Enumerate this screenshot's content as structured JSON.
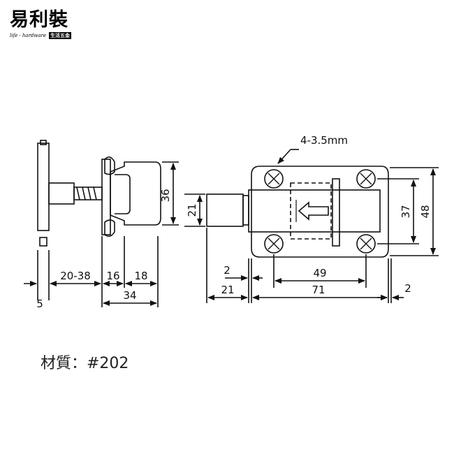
{
  "brand": {
    "name": "易利裝",
    "tagline": "life · hardware",
    "tag_box": "生活五金"
  },
  "drawing": {
    "callout": "4-3.5mm",
    "dims": {
      "d5": "5",
      "d20_38": "20-38",
      "d16": "16",
      "d18": "18",
      "d34": "34",
      "d36": "36",
      "d21_side": "21",
      "d2_left": "2",
      "d21_bottom": "21",
      "d49": "49",
      "d71": "71",
      "d2_right": "2",
      "d37": "37",
      "d48": "48"
    }
  },
  "material": {
    "text": "材質：#202"
  }
}
